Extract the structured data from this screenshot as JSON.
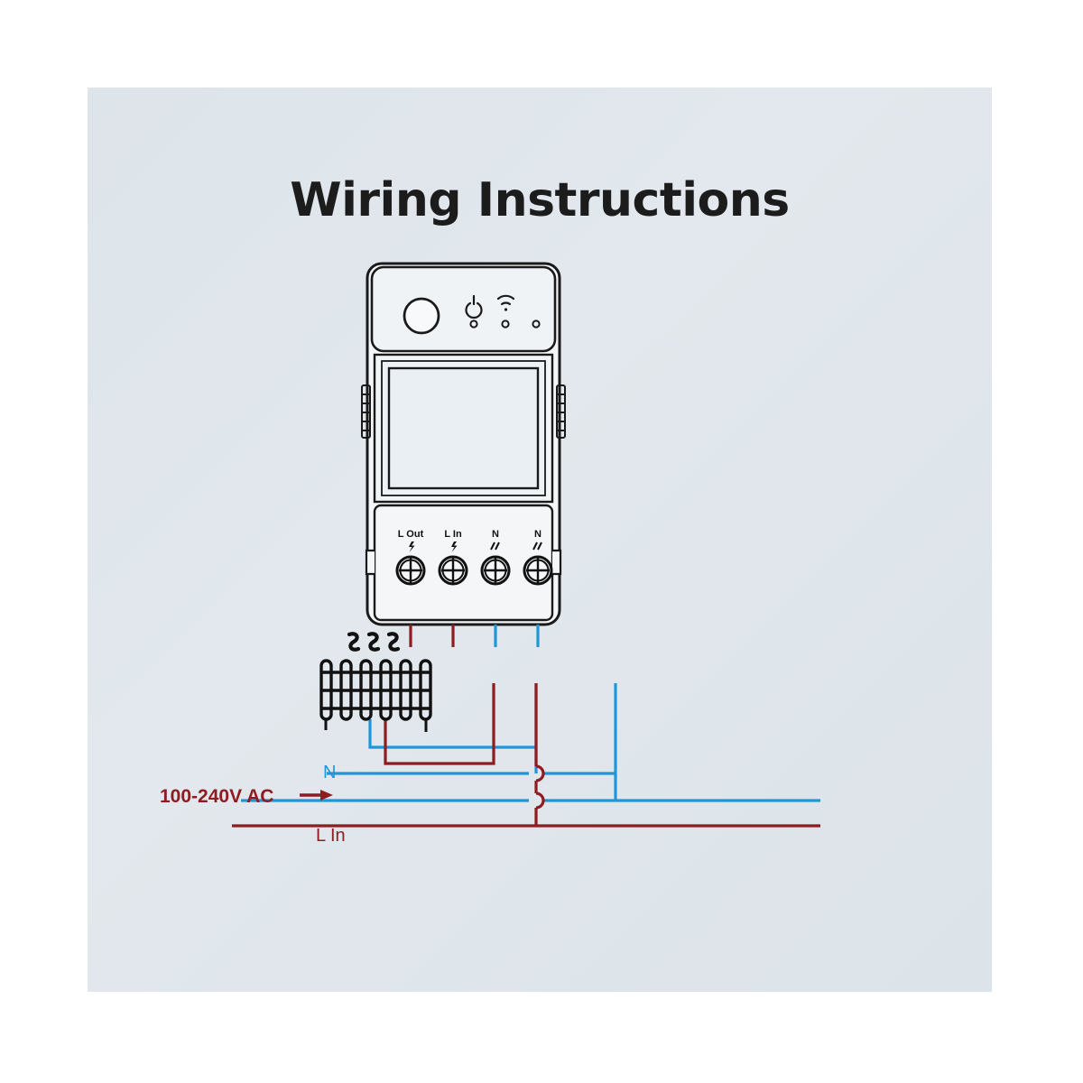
{
  "page": {
    "title": "Wiring Instructions",
    "background_color": "#ffffff",
    "panel_color": "#dfe6ec"
  },
  "device": {
    "name": "smart-switch-module",
    "top_panel": {
      "button": "push-button",
      "indicators": [
        {
          "icon": "power-icon",
          "glyph": "⏻"
        },
        {
          "icon": "wifi-icon",
          "glyph": "ᴕE"
        }
      ],
      "leds": [
        "led-1",
        "led-2",
        "led-3"
      ]
    },
    "display": {
      "name": "display-screen",
      "text": ""
    },
    "terminals": [
      {
        "label": "L Out",
        "symbol": "lightning",
        "wire_color": "#8e1c20"
      },
      {
        "label": "L In",
        "symbol": "lightning",
        "wire_color": "#8e1c20"
      },
      {
        "label": "N",
        "symbol": "wave",
        "wire_color": "#2196d6"
      },
      {
        "label": "N",
        "symbol": "wave",
        "wire_color": "#2196d6"
      }
    ]
  },
  "load": {
    "name": "radiator-heater",
    "fins": 6,
    "heat_waves": 3
  },
  "wiring": {
    "supply_label": "100-240V AC",
    "arrow": "→",
    "neutral_label": "N",
    "live_label": "L In",
    "live_color": "#8e1c20",
    "neutral_color": "#2196d6"
  },
  "chart_data": {
    "type": "diagram",
    "title": "Wiring Instructions",
    "nodes": [
      {
        "id": "device",
        "label": "smart switch module"
      },
      {
        "id": "load",
        "label": "radiator"
      },
      {
        "id": "supply",
        "label": "100-240V AC"
      }
    ],
    "edges": [
      {
        "from": "device.L Out",
        "to": "load",
        "color": "#8e1c20"
      },
      {
        "from": "load",
        "to": "supply.N",
        "color": "#2196d6"
      },
      {
        "from": "device.L In",
        "to": "supply.L In",
        "color": "#8e1c20"
      },
      {
        "from": "device.N",
        "to": "supply.N",
        "color": "#2196d6"
      },
      {
        "from": "device.N2",
        "to": "supply.N",
        "color": "#2196d6"
      }
    ]
  }
}
